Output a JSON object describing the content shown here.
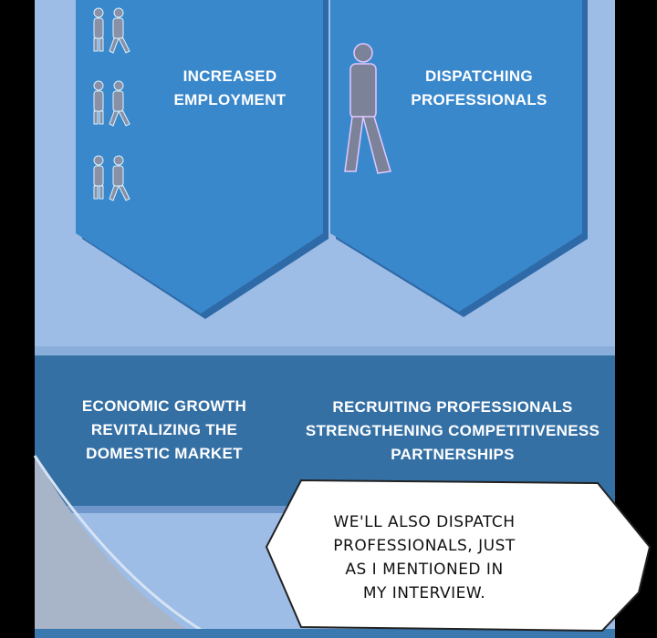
{
  "banners": [
    {
      "label_lines": [
        "INCREASED",
        "EMPLOYMENT"
      ],
      "icon": "walking-people-icon"
    },
    {
      "label_lines": [
        "DISPATCHING",
        "PROFESSIONALS"
      ],
      "icon": "walking-man-icon"
    }
  ],
  "band": {
    "left_lines": [
      "ECONOMIC GROWTH",
      "REVITALIZING THE",
      "DOMESTIC MARKET"
    ],
    "right_lines": [
      "RECRUITING PROFESSIONALS",
      "STRENGTHENING COMPETITIVENESS",
      "PARTNERSHIPS"
    ]
  },
  "speech_bubble": {
    "lines": [
      "WE'LL ALSO DISPATCH",
      "PROFESSIONALS, JUST",
      "AS I MENTIONED IN",
      "MY INTERVIEW."
    ]
  },
  "colors": {
    "panel": "#9dbde6",
    "banner": "#3a88cc",
    "band": "#3570a5"
  }
}
